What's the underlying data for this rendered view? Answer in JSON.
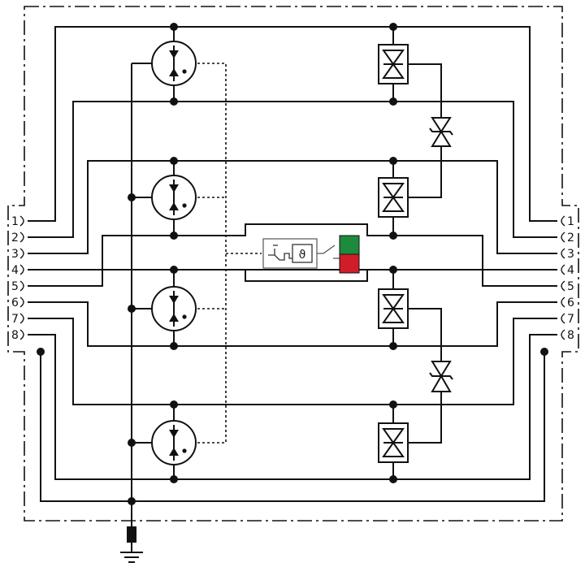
{
  "diagram": {
    "terminals_left": [
      "1",
      "2",
      "3",
      "4",
      "5",
      "6",
      "7",
      "8"
    ],
    "terminals_right": [
      "1",
      "2",
      "3",
      "4",
      "5",
      "6",
      "7",
      "8"
    ],
    "gas_discharge_tube_count": 4,
    "tvs_diode_stack_count": 4,
    "bidirectional_diode_count": 2,
    "thermal_disconnect_symbol": "ϑ",
    "status_indicator": {
      "ok_color": "#1e8a3c",
      "fault_color": "#d01d2a"
    },
    "colors": {
      "line": "#111111",
      "background": "#ffffff"
    }
  }
}
